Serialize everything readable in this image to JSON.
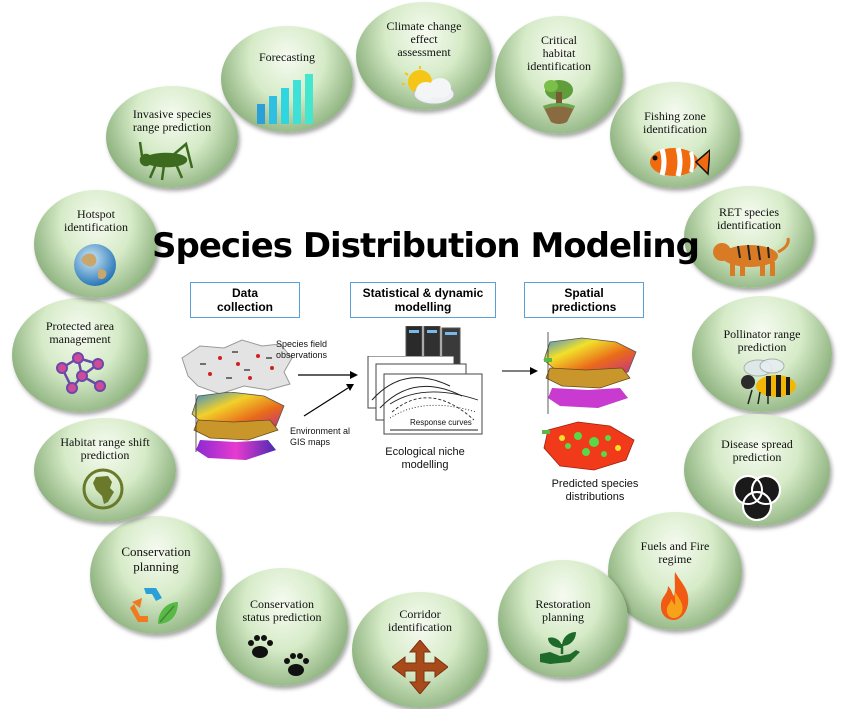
{
  "title": "Species Distribution Modeling",
  "phases": [
    {
      "label": "Data collection"
    },
    {
      "label": "Statistical & dynamic modelling"
    },
    {
      "label": "Spatial predictions"
    }
  ],
  "captions": {
    "species_obs": "Species field observations",
    "env_maps": "Environment al GIS maps",
    "response_curves": "Response curves",
    "niche": "Ecological niche modelling",
    "predicted": "Predicted species distributions"
  },
  "applications": [
    {
      "label": "Forecasting",
      "icon": "bar-chart-icon"
    },
    {
      "label": "Climate change effect assessment",
      "icon": "cloud-sun-icon"
    },
    {
      "label": "Critical habitat identification",
      "icon": "floating-island-icon"
    },
    {
      "label": "Fishing zone identification",
      "icon": "clownfish-icon"
    },
    {
      "label": "RET species identification",
      "icon": "tiger-icon"
    },
    {
      "label": "Pollinator range prediction",
      "icon": "bee-icon"
    },
    {
      "label": "Disease spread prediction",
      "icon": "venn-circles-icon"
    },
    {
      "label": "Fuels and Fire regime",
      "icon": "flame-icon"
    },
    {
      "label": "Restoration planning",
      "icon": "hand-sprout-icon"
    },
    {
      "label": "Corridor identification",
      "icon": "four-way-arrow-icon"
    },
    {
      "label": "Conservation status prediction",
      "icon": "paw-prints-icon"
    },
    {
      "label": "Conservation planning",
      "icon": "recycle-leaf-icon"
    },
    {
      "label": "Habitat range shift prediction",
      "icon": "africa-globe-icon"
    },
    {
      "label": "Protected area management",
      "icon": "network-icon"
    },
    {
      "label": "Hotspot identification",
      "icon": "earth-globe-icon"
    },
    {
      "label": "Invasive species range prediction",
      "icon": "grasshopper-icon"
    }
  ],
  "colors": {
    "bubble": "#a9cc98",
    "phase_border": "#5aa0d8",
    "bar_cyan": "#2fd6e0"
  }
}
